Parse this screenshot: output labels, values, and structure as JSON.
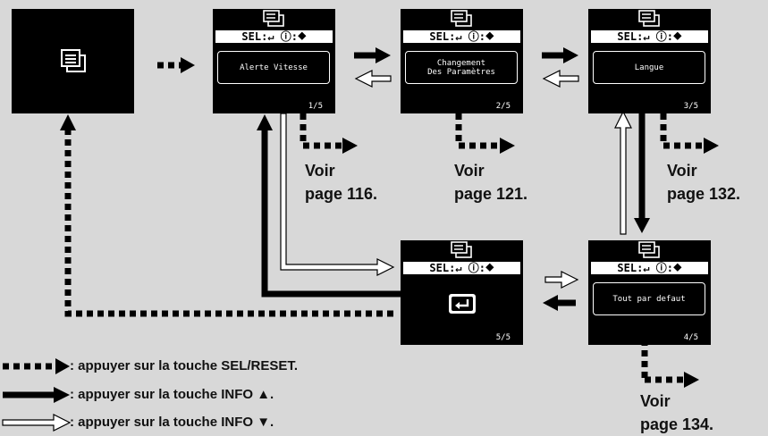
{
  "screens": {
    "s1": {
      "field": "Alerte Vitesse",
      "page": "1/5"
    },
    "s2": {
      "field_line1": "Changement",
      "field_line2": "Des Paramètres",
      "page": "2/5"
    },
    "s3": {
      "field": "Langue",
      "page": "3/5"
    },
    "s4": {
      "field": "Tout par defaut",
      "page": "4/5"
    },
    "s5": {
      "page": "5/5"
    },
    "selbar": "SEL:↵ ⓘ:⯁"
  },
  "voir": [
    {
      "line1": "Voir",
      "line2": "page 116."
    },
    {
      "line1": "Voir",
      "line2": "page 121."
    },
    {
      "line1": "Voir",
      "line2": "page 132."
    },
    {
      "line1": "Voir",
      "line2": "page 134."
    }
  ],
  "legend": {
    "sel_reset": ": appuyer sur la touche SEL/RESET.",
    "info_up": ": appuyer sur la touche INFO ▲.",
    "info_down": ": appuyer sur la touche INFO ▼."
  }
}
